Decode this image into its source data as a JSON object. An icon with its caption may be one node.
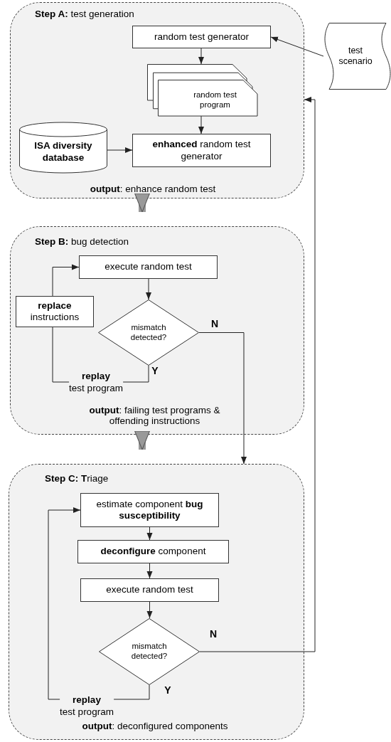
{
  "diagram": {
    "nodes": [
      {
        "text": [
          "**Step A:** test generation",
          "**output**: enhance random test"
        ]
      },
      {
        "text": [
          "random test generator"
        ],
        "in": 0
      },
      {
        "text": [
          "random test program"
        ],
        "in": 0
      },
      {
        "text": [
          "ISA diversity database"
        ],
        "in": 0
      },
      {
        "text": [
          "**enhanced** random test generator"
        ],
        "in": 0
      },
      {
        "text": [
          "test scenario"
        ]
      },
      {
        "text": [
          "**Step B:** bug detection",
          "**output**: failing test programs & offending instructions"
        ]
      },
      {
        "text": [
          "execute random test"
        ],
        "in": 6
      },
      {
        "text": [
          "mismatch detected?"
        ],
        "in": 6,
        "beside": [
          "Y"
        ]
      },
      {
        "text": [
          "**replace** instructions"
        ],
        "in": 6
      },
      {
        "text": [
          "**Step C: T**riage",
          "**output**: deconfigured components"
        ]
      },
      {
        "text": [
          "estimate component **bug susceptibility**"
        ],
        "in": 10
      },
      {
        "text": [
          "**deconfigure** component"
        ],
        "in": 10
      },
      {
        "text": [
          "execute random test"
        ],
        "in": 10
      },
      {
        "text": [
          "mismatch detected?"
        ],
        "in": 10,
        "beside": [
          "Y"
        ]
      }
    ],
    "edges": [
      {
        "from": 5,
        "to": 1,
        "arrow": "to"
      },
      {
        "from": 1,
        "to": 2,
        "arrow": "to"
      },
      {
        "from": 2,
        "to": 4,
        "arrow": "to"
      },
      {
        "from": 3,
        "to": 4,
        "arrow": "to"
      },
      {
        "from": 0,
        "to": 6,
        "arrow": "to",
        "style": "thick",
        "color": "#999999"
      },
      {
        "from": 7,
        "to": 8,
        "arrow": "to"
      },
      {
        "from": 8,
        "to": 9,
        "arrow": "none",
        "label": "**replay** test program"
      },
      {
        "from": 9,
        "to": 7,
        "arrow": "to"
      },
      {
        "from": 8,
        "to": 10,
        "arrow": "to",
        "label": "N"
      },
      {
        "from": 6,
        "to": 10,
        "arrow": "to",
        "style": "thick",
        "color": "#999999"
      },
      {
        "from": 11,
        "to": 12,
        "arrow": "to"
      },
      {
        "from": 12,
        "to": 13,
        "arrow": "to"
      },
      {
        "from": 13,
        "to": 14,
        "arrow": "to"
      },
      {
        "from": 14,
        "to": 11,
        "arrow": "to",
        "label": "**replay** test program"
      },
      {
        "from": 14,
        "to": 0,
        "arrow": "to",
        "label": "N"
      }
    ]
  }
}
